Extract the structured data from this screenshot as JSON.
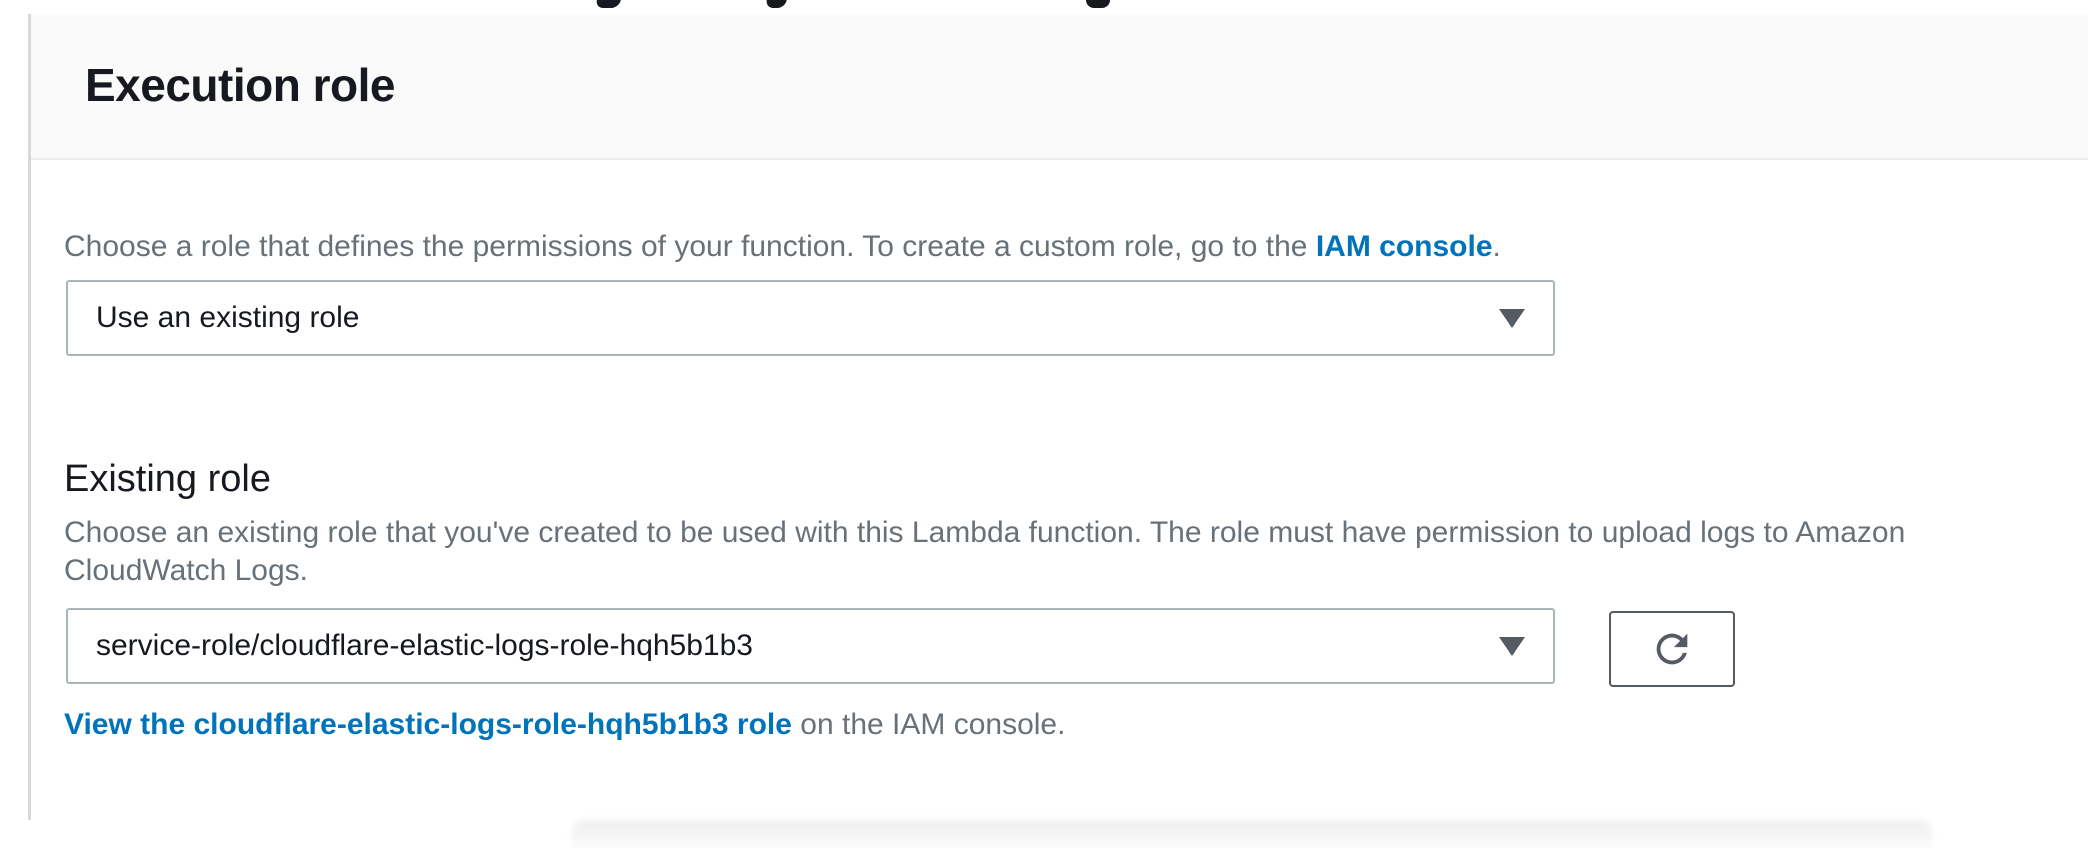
{
  "section": {
    "title": "Execution role",
    "intro": {
      "text": "Choose a role that defines the permissions of your function. To create a custom role, go to the ",
      "link_label": "IAM console",
      "suffix": "."
    },
    "role_select": {
      "value": "Use an existing role"
    },
    "existing_role": {
      "label": "Existing role",
      "description": "Choose an existing role that you've created to be used with this Lambda function. The role must have permission to upload logs to Amazon CloudWatch Logs.",
      "select_value": "service-role/cloudflare-elastic-logs-role-hqh5b1b3",
      "view_link_label": "View the cloudflare-elastic-logs-role-hqh5b1b3 role",
      "view_link_suffix": " on the IAM console."
    }
  },
  "icons": {
    "dropdown_caret": "triangle-down",
    "refresh": "refresh-circular-arrow"
  },
  "colors": {
    "link_blue": "#0073bb",
    "heading_text": "#16191f",
    "secondary_text": "#687078",
    "input_border": "#aab7b8",
    "button_border": "#545b64",
    "section_header_bg": "#fafafa",
    "divider": "#eaeded",
    "left_rule": "#d5dbdb"
  }
}
